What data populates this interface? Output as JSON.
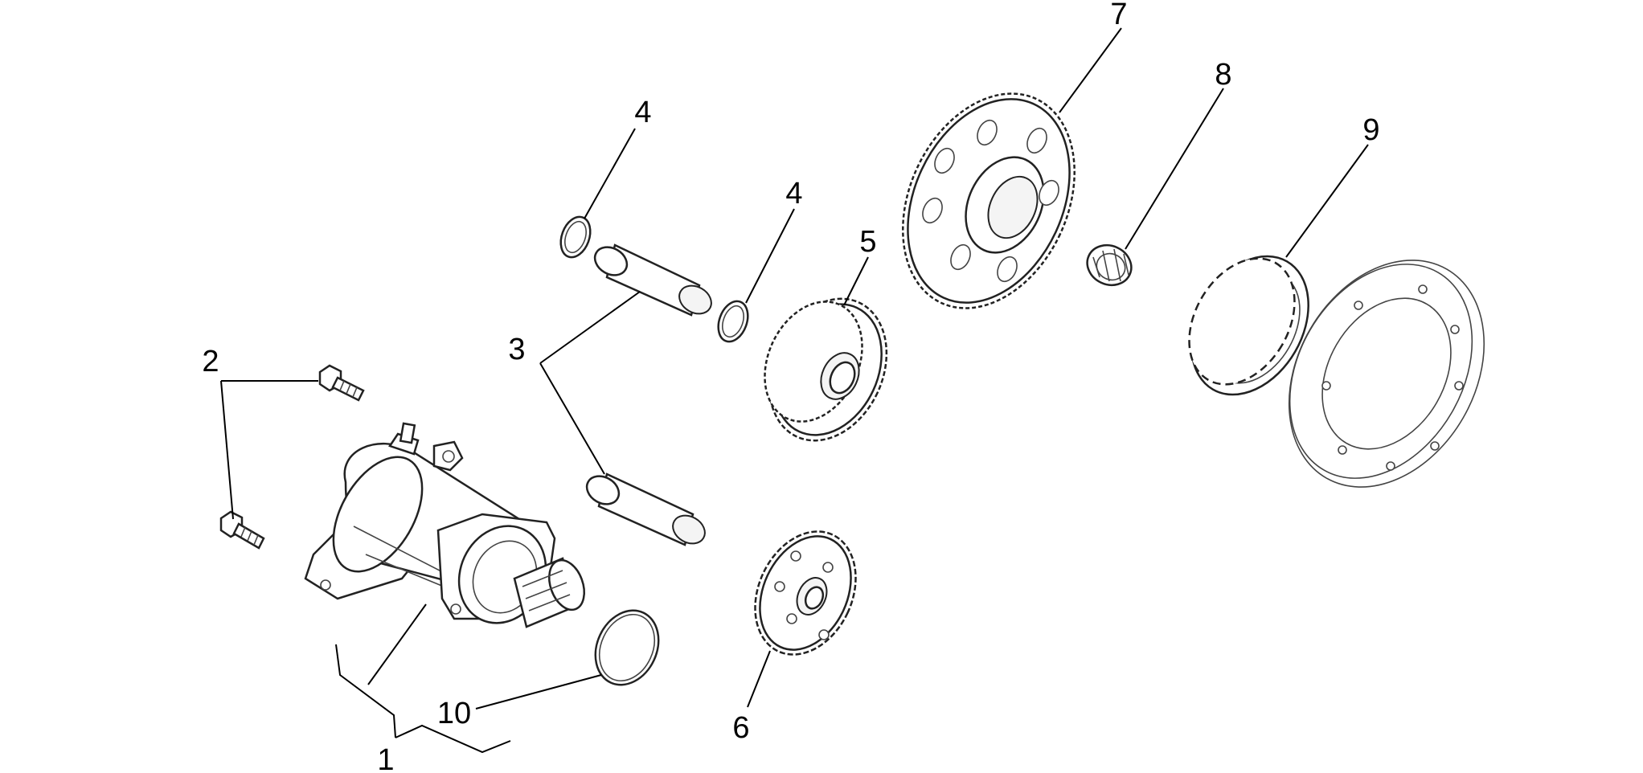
{
  "diagram": {
    "callouts": [
      {
        "id": "c1",
        "label": "1"
      },
      {
        "id": "c2",
        "label": "2"
      },
      {
        "id": "c3",
        "label": "3"
      },
      {
        "id": "c4a",
        "label": "4"
      },
      {
        "id": "c4b",
        "label": "4"
      },
      {
        "id": "c5",
        "label": "5"
      },
      {
        "id": "c6",
        "label": "6"
      },
      {
        "id": "c7",
        "label": "7"
      },
      {
        "id": "c8",
        "label": "8"
      },
      {
        "id": "c9",
        "label": "9"
      },
      {
        "id": "c10",
        "label": "10"
      }
    ]
  }
}
